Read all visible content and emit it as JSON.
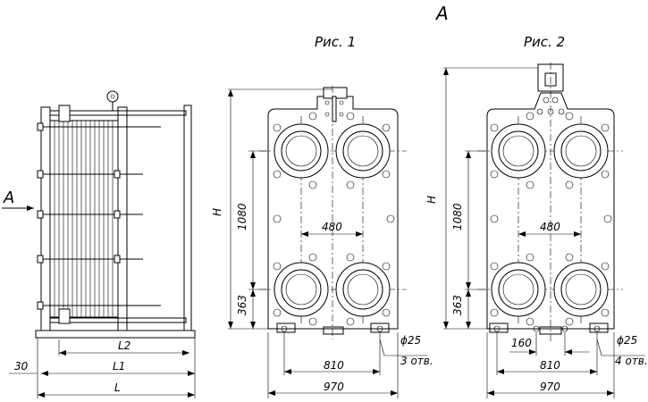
{
  "view_label": "A",
  "side_view": {
    "arrow_label": "A",
    "dims": {
      "L2": "L2",
      "L1": "L1",
      "L": "L",
      "left_offset": "30"
    }
  },
  "fig1": {
    "caption": "Рис. 1",
    "height_label": "H",
    "dim_upper": "1080",
    "dim_lower": "363",
    "dim_port_spacing": "480",
    "dim_hole": "ϕ25",
    "dim_hole_count": "3 отв.",
    "dim_width_inner": "810",
    "dim_width_outer": "970"
  },
  "fig2": {
    "caption": "Рис. 2",
    "height_label": "H",
    "dim_upper": "1080",
    "dim_lower": "363",
    "dim_port_spacing": "480",
    "dim_center": "160",
    "dim_hole": "ϕ25",
    "dim_hole_count": "4 отв.",
    "dim_width_inner": "810",
    "dim_width_outer": "970"
  }
}
